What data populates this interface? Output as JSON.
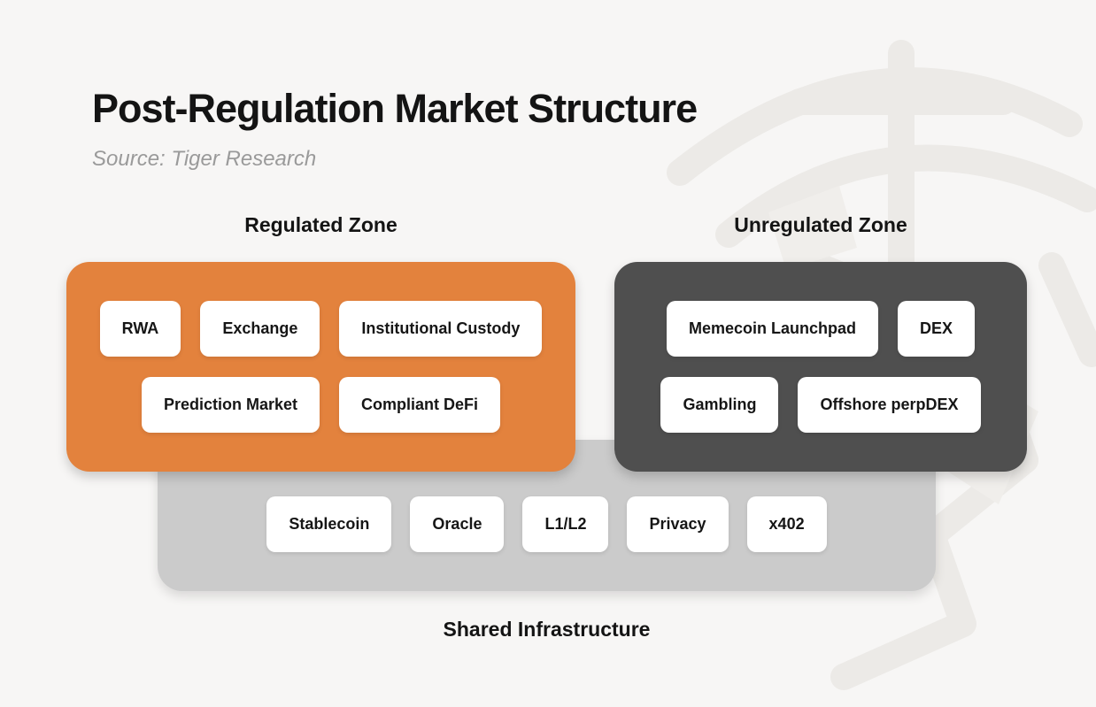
{
  "page": {
    "title": "Post-Regulation Market Structure",
    "source": "Source: Tiger Research"
  },
  "zones": {
    "regulated": {
      "label": "Regulated Zone",
      "color": "#E3823D",
      "chips": [
        "RWA",
        "Exchange",
        "Institutional Custody",
        "Prediction Market",
        "Compliant DeFi"
      ]
    },
    "unregulated": {
      "label": "Unregulated Zone",
      "color": "#4F4F4F",
      "chips": [
        "Memecoin Launchpad",
        "DEX",
        "Gambling",
        "Offshore perpDEX"
      ]
    }
  },
  "infrastructure": {
    "label": "Shared Infrastructure",
    "color": "#CBCBCB",
    "chips": [
      "Stablecoin",
      "Oracle",
      "L1/L2",
      "Privacy",
      "x402"
    ]
  },
  "colors": {
    "background": "#F7F6F5",
    "chip_background": "#FFFFFF",
    "text": "#141414",
    "muted_text": "#9A9A9A",
    "watermark": "#ECEAE7"
  }
}
